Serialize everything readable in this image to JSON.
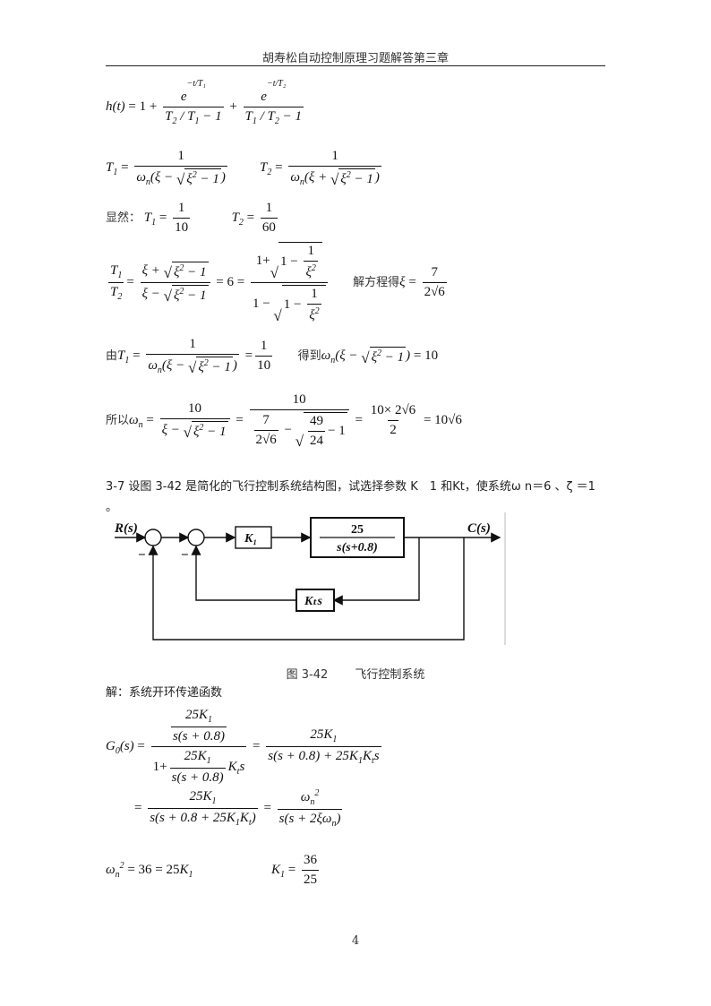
{
  "header": {
    "title": "胡寿松自动控制原理习题解答第三章"
  },
  "text": {
    "xianran": "显然：",
    "jiefangcheng": "解方程得",
    "you": "由",
    "dedao": "得到",
    "suoyi": "所以",
    "jie": "解：系统开环传递函数"
  },
  "problem": {
    "statement": "3-7 设图 3-42 是简化的飞行控制系统结构图，试选择参数 K　1 和Kt，使系统ω n＝6 、ζ ＝1 。"
  },
  "diagram": {
    "input_label": "R(s)",
    "output_label": "C(s)",
    "gain_block": "K₁",
    "plant_num": "25",
    "plant_den": "s(s+0.8)",
    "feedback_block": "Kₜs",
    "minus_1": "−",
    "minus_2": "−",
    "caption": "图 3-42　　 飞行控制系统"
  },
  "page_number": "4"
}
